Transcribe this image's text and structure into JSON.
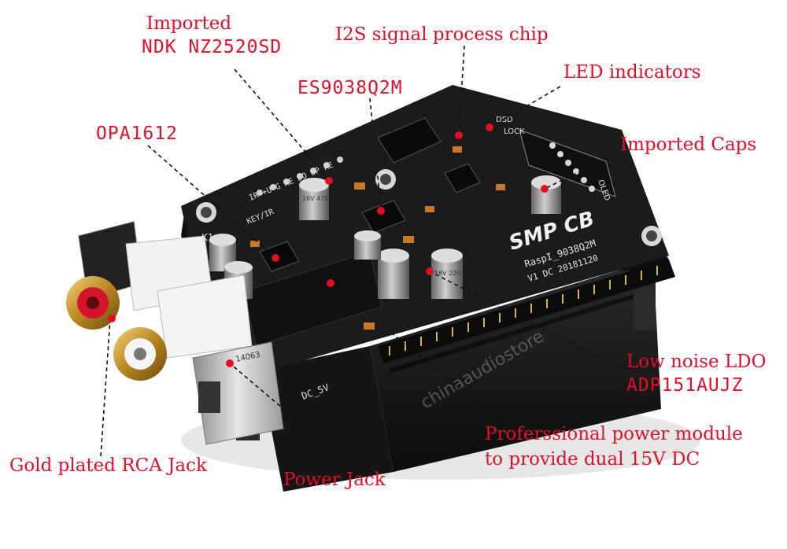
{
  "labels": {
    "ndk_line1": "Imported",
    "ndk_line2": "NDK NZ2520SD",
    "i2s": "I2S signal process chip",
    "led": "LED indicators",
    "es9038": "ES9038Q2M",
    "opa": "OPA1612",
    "caps": "Imported Caps",
    "ldo_line1": "Low noise LDO",
    "ldo_line2": "ADP151AUJZ",
    "power_line1": "Proferssional power module",
    "power_line2": "to provide dual 15V DC",
    "rca": "Gold plated RCA Jack",
    "jack": "Power Jack"
  },
  "board_text": {
    "brand": "SMP CB",
    "model": "RaspI_9038Q2M",
    "version": "V1 DC 20181120",
    "header_pins": "IR +U G ME DO UP RE",
    "keyir": "KEY/IR",
    "dsd": "DSD",
    "lock": "LOCK",
    "oled": "OLED",
    "k1": "K1",
    "dc5v": "DC_5V",
    "cap_a": "16V 470",
    "cap_b": "16V 220",
    "jack_code": "14063"
  },
  "watermark": "chinaaudiostore",
  "colors": {
    "label_red": "#e0102a",
    "label_black": "#111111",
    "pcb": "#1b1b1b",
    "gold": "#c8962a",
    "dot_red": "#e01020"
  }
}
